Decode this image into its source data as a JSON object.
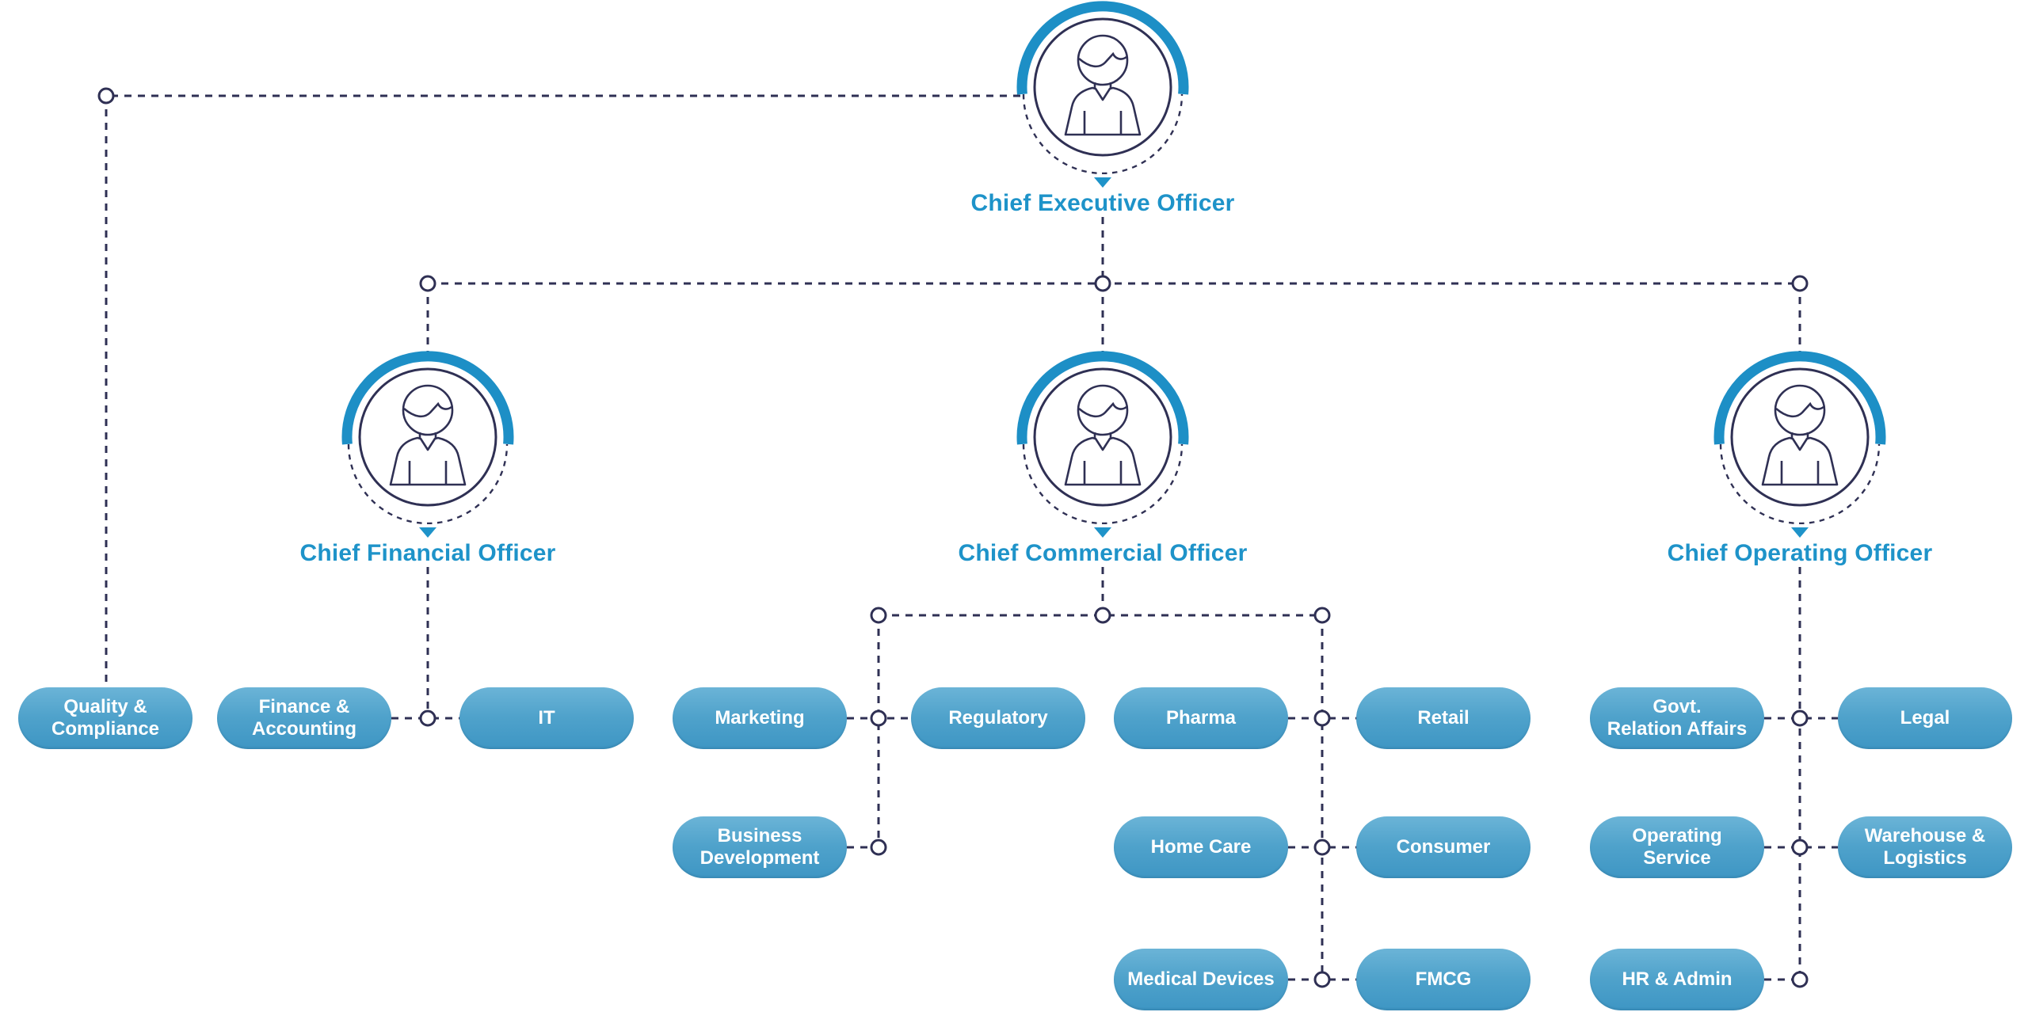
{
  "colors": {
    "accent_blue": "#1E93C9",
    "arc_blue": "#1D8FC6",
    "line_navy": "#2F3054",
    "pill_gradient_top": "#6BB4D7",
    "pill_gradient_bottom": "#3E96C4",
    "pill_text": "#FFFFFF",
    "background": "#FFFFFF"
  },
  "officers": [
    {
      "id": "ceo",
      "label": "Chief Executive Officer"
    },
    {
      "id": "cfo",
      "label": "Chief Financial Officer"
    },
    {
      "id": "cco",
      "label": "Chief Commercial Officer"
    },
    {
      "id": "coo",
      "label": "Chief Operating Officer"
    }
  ],
  "departments": [
    {
      "id": "quality-compliance",
      "label": "Quality & Compliance",
      "lines": [
        "Quality &",
        "Compliance"
      ],
      "reports_to": "Chief Executive Officer"
    },
    {
      "id": "finance-accounting",
      "label": "Finance & Accounting",
      "lines": [
        "Finance &",
        "Accounting"
      ],
      "reports_to": "Chief Financial Officer"
    },
    {
      "id": "it",
      "label": "IT",
      "lines": [
        "IT"
      ],
      "reports_to": "Chief Financial Officer"
    },
    {
      "id": "marketing",
      "label": "Marketing",
      "lines": [
        "Marketing"
      ],
      "reports_to": "Chief Commercial Officer"
    },
    {
      "id": "regulatory",
      "label": "Regulatory",
      "lines": [
        "Regulatory"
      ],
      "reports_to": "Chief Commercial Officer"
    },
    {
      "id": "pharma",
      "label": "Pharma",
      "lines": [
        "Pharma"
      ],
      "reports_to": "Chief Commercial Officer"
    },
    {
      "id": "retail",
      "label": "Retail",
      "lines": [
        "Retail"
      ],
      "reports_to": "Chief Commercial Officer"
    },
    {
      "id": "govt-relation-affairs",
      "label": "Govt. Relation Affairs",
      "lines": [
        "Govt.",
        "Relation Affairs"
      ],
      "reports_to": "Chief Operating Officer"
    },
    {
      "id": "legal",
      "label": "Legal",
      "lines": [
        "Legal"
      ],
      "reports_to": "Chief Operating Officer"
    },
    {
      "id": "business-development",
      "label": "Business Development",
      "lines": [
        "Business",
        "Development"
      ],
      "reports_to": "Chief Commercial Officer"
    },
    {
      "id": "home-care",
      "label": "Home Care",
      "lines": [
        "Home Care"
      ],
      "reports_to": "Chief Commercial Officer"
    },
    {
      "id": "consumer",
      "label": "Consumer",
      "lines": [
        "Consumer"
      ],
      "reports_to": "Chief Commercial Officer"
    },
    {
      "id": "operating-service",
      "label": "Operating Service",
      "lines": [
        "Operating",
        "Service"
      ],
      "reports_to": "Chief Operating Officer"
    },
    {
      "id": "warehouse-logistics",
      "label": "Warehouse & Logistics",
      "lines": [
        "Warehouse &",
        "Logistics"
      ],
      "reports_to": "Chief Operating Officer"
    },
    {
      "id": "medical-devices",
      "label": "Medical Devices",
      "lines": [
        "Medical Devices"
      ],
      "reports_to": "Chief Commercial Officer"
    },
    {
      "id": "fmcg",
      "label": "FMCG",
      "lines": [
        "FMCG"
      ],
      "reports_to": "Chief Commercial Officer"
    },
    {
      "id": "hr-admin",
      "label": "HR & Admin",
      "lines": [
        "HR & Admin"
      ],
      "reports_to": "Chief Operating Officer"
    }
  ],
  "hierarchy": {
    "Chief Executive Officer": [
      "Quality & Compliance",
      "Chief Financial Officer",
      "Chief Commercial Officer",
      "Chief Operating Officer"
    ],
    "Chief Financial Officer": [
      "Finance & Accounting",
      "IT"
    ],
    "Chief Commercial Officer": [
      "Marketing",
      "Regulatory",
      "Business Development",
      "Pharma",
      "Retail",
      "Home Care",
      "Consumer",
      "Medical Devices",
      "FMCG"
    ],
    "Chief Operating Officer": [
      "Govt. Relation Affairs",
      "Legal",
      "Operating Service",
      "Warehouse & Logistics",
      "HR & Admin"
    ]
  }
}
